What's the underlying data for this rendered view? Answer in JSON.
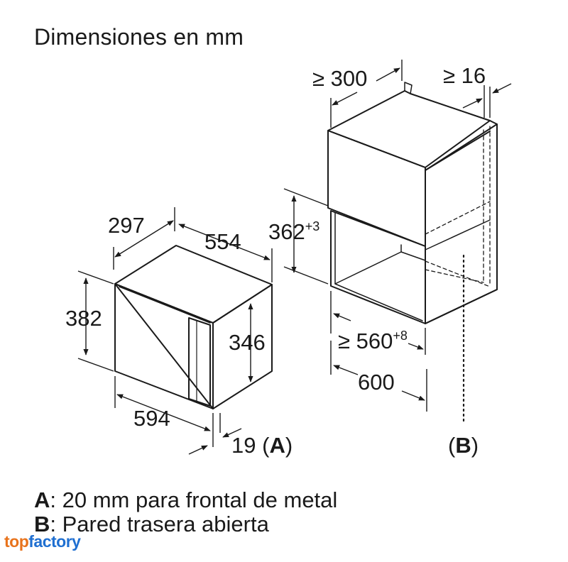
{
  "title": "Dimensiones en mm",
  "microwave": {
    "width": "594",
    "height": "382",
    "depth": "297",
    "side_depth": "554",
    "door_height": "346",
    "front_offset": "19",
    "front_offset_note": "(A)"
  },
  "niche": {
    "top_depth": "≥ 300",
    "back_gap": "≥ 16",
    "opening_height": "362",
    "opening_height_tolerance": "+3",
    "inner_width": "≥ 560",
    "inner_width_tolerance": "+8",
    "outer_width": "600",
    "note": "(B)"
  },
  "legend": [
    {
      "key": "A",
      "text": ": 20 mm para frontal de metal"
    },
    {
      "key": "B",
      "text": ": Pared trasera abierta"
    }
  ],
  "brand": {
    "part1": "top",
    "part2": "factory",
    "color1": "#e8731c",
    "color2": "#1f6fd1"
  }
}
